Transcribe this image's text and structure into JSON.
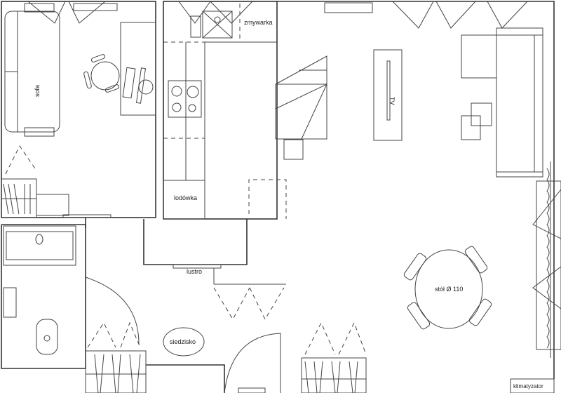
{
  "labels": {
    "sofa": "sofa",
    "dishwasher": "zmywarka",
    "fridge": "lodówka",
    "tv": "TV",
    "mirror": "lustro",
    "seat": "siedzisko",
    "table": "stół Ø 110",
    "air_conditioner": "klimatyzator"
  }
}
